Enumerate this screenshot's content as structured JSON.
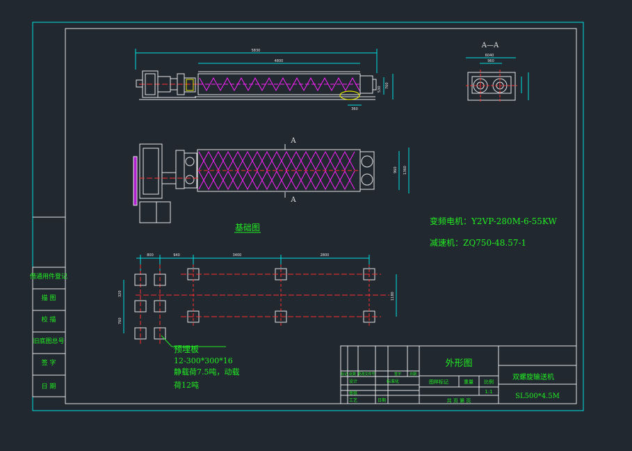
{
  "colors": {
    "background": "#212830",
    "frame_cyan": "#00e5e5",
    "drawing_white": "#e8e8e8",
    "text_green": "#22ee22",
    "screw_magenta": "#ff22ff",
    "center_red": "#ff3030",
    "marker_yellow": "#e6e600"
  },
  "views": {
    "front": {
      "dim_total": "5830",
      "dim_tube": "4800",
      "dim_height_1": "760",
      "dim_height_2": "530",
      "dim_bottom": "360"
    },
    "side": {
      "section_label": "A—A",
      "dim_top_1": "6040",
      "dim_top_2": "960"
    },
    "top": {
      "section_mark_top": "A",
      "section_mark_bottom": "A",
      "dim_inner": "960",
      "dim_outer": "1360"
    }
  },
  "specs": {
    "motor": "变频电机：Y2VP-280M-6-55KW",
    "reducer": "减速机：ZQ750-48.57-1"
  },
  "foundation": {
    "title": "基础图",
    "dims": {
      "d1": "800",
      "d2": "940",
      "d3": "3400",
      "d4": "2800",
      "d_right": "1180",
      "d_left_1": "320",
      "d_left_2": "760"
    },
    "note_title": "预埋板",
    "note_lines": [
      "12-300*300*16",
      "静载荷7.5吨，动载",
      "荷12吨"
    ]
  },
  "side_table": [
    "借通用件登记",
    "描    图",
    "校    描",
    "旧底图总号",
    "签    字",
    "日    期"
  ],
  "title_block": {
    "drawing_type": "外形图",
    "product_name": "双螺旋输送机",
    "model": "SL500*4.5M",
    "scale": "1:1",
    "rev_headers": [
      "标记",
      "处数",
      "更改文件号",
      "签字",
      "日期"
    ],
    "row_design": "设计",
    "row_std": "标准化",
    "row_check": "审核",
    "row_proc": "工艺",
    "row_date": "日期",
    "stage_label": "图样标记",
    "weight_label": "重量",
    "scale_label": "比例",
    "sheet_label": "共    页    第    页"
  }
}
